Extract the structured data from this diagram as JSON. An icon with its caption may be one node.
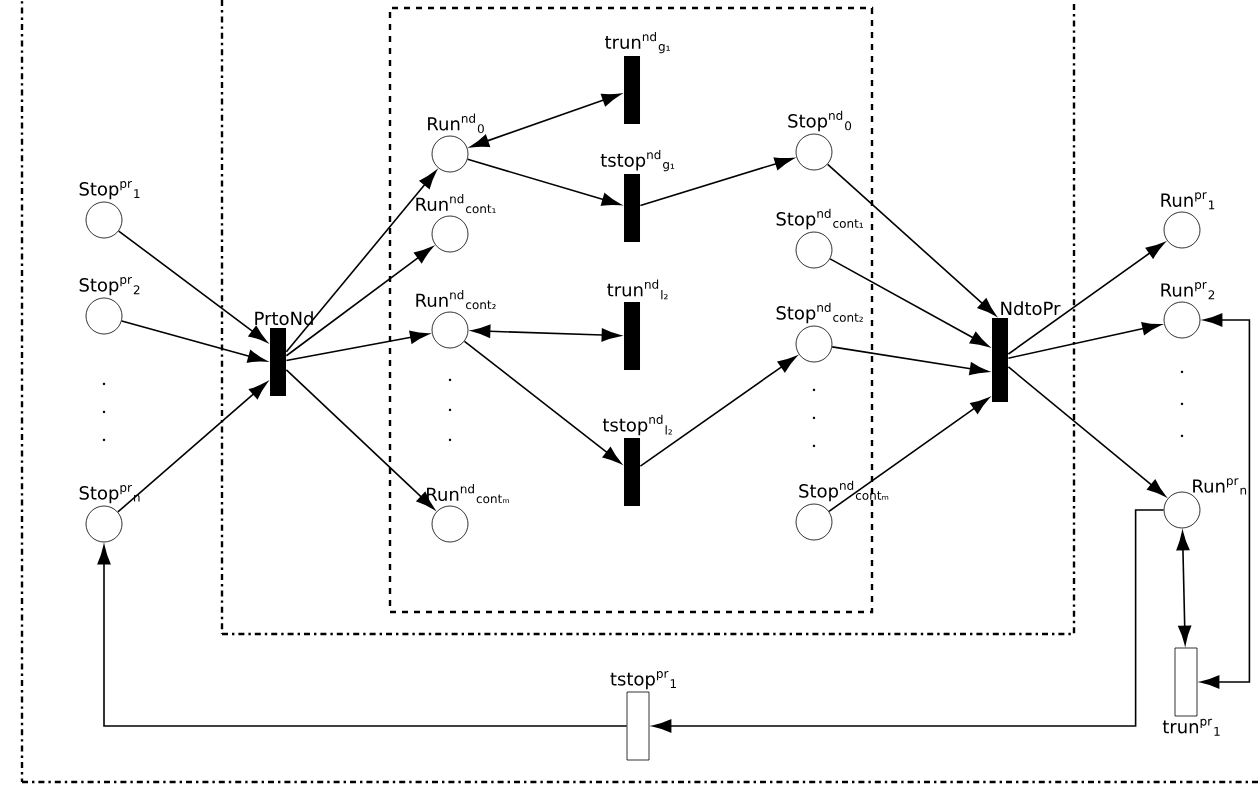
{
  "diagram": {
    "nodes": [
      {
        "text": [],
        "shape": "box"
      },
      {
        "text": [],
        "shape": "box",
        "in": 0
      },
      {
        "text": [],
        "shape": "box",
        "in": 1
      },
      {
        "text": [
          "Stop$^{pr}$$_{1}$"
        ],
        "in": 0
      },
      {
        "text": [
          "Stop$^{pr}$$_{2}$"
        ],
        "in": 0
      },
      {
        "text": [
          "Stop$^{pr}$$_{n}$"
        ],
        "in": 0
      },
      {
        "text": [
          "PrtoNd"
        ],
        "in": 1
      },
      {
        "text": [
          "Run$^{nd}$$_{0}$"
        ],
        "in": 2
      },
      {
        "text": [
          "Run$^{nd}$$_{cont₁}$"
        ],
        "in": 2
      },
      {
        "text": [
          "Run$^{nd}$$_{cont₂}$"
        ],
        "in": 2
      },
      {
        "text": [
          "Run$^{nd}$$_{contₘ}$"
        ],
        "in": 2
      },
      {
        "text": [
          "trun$^{nd}$$_{g₁}$"
        ],
        "in": 2
      },
      {
        "text": [
          "tstop$^{nd}$$_{g₁}$"
        ],
        "in": 2
      },
      {
        "text": [
          "trun$^{nd}$$_{l₂}$"
        ],
        "in": 2
      },
      {
        "text": [
          "tstop$^{nd}$$_{l₂}$"
        ],
        "in": 2
      },
      {
        "text": [
          "Stop$^{nd}$$_{0}$"
        ],
        "in": 2
      },
      {
        "text": [
          "Stop$^{nd}$$_{cont₁}$"
        ],
        "in": 2
      },
      {
        "text": [
          "Stop$^{nd}$$_{cont₂}$"
        ],
        "in": 2
      },
      {
        "text": [
          "Stop$^{nd}$$_{contₘ}$"
        ],
        "in": 2
      },
      {
        "text": [
          "NdtoPr"
        ],
        "in": 1
      },
      {
        "text": [
          "Run$^{pr}$$_{1}$"
        ],
        "in": 0
      },
      {
        "text": [
          "Run$^{pr}$$_{2}$"
        ],
        "in": 0
      },
      {
        "text": [
          "Run$^{pr}$$_{n}$"
        ],
        "in": 0
      },
      {
        "text": [
          "trun$^{pr}$$_{1}$"
        ],
        "in": 0
      },
      {
        "text": [
          "tstop$^{pr}$$_{1}$"
        ],
        "in": 0
      }
    ],
    "edges": [
      {
        "from": 3,
        "to": 6,
        "arrow": "to"
      },
      {
        "from": 4,
        "to": 6,
        "arrow": "to"
      },
      {
        "from": 5,
        "to": 6,
        "arrow": "to"
      },
      {
        "from": 6,
        "to": 7,
        "arrow": "to"
      },
      {
        "from": 6,
        "to": 8,
        "arrow": "to"
      },
      {
        "from": 6,
        "to": 9,
        "arrow": "to"
      },
      {
        "from": 6,
        "to": 10,
        "arrow": "to"
      },
      {
        "from": 7,
        "to": 11,
        "arrow": "both"
      },
      {
        "from": 7,
        "to": 12,
        "arrow": "to"
      },
      {
        "from": 9,
        "to": 13,
        "arrow": "both"
      },
      {
        "from": 9,
        "to": 14,
        "arrow": "to"
      },
      {
        "from": 12,
        "to": 15,
        "arrow": "to"
      },
      {
        "from": 14,
        "to": 17,
        "arrow": "to"
      },
      {
        "from": 15,
        "to": 19,
        "arrow": "to"
      },
      {
        "from": 16,
        "to": 19,
        "arrow": "to"
      },
      {
        "from": 17,
        "to": 19,
        "arrow": "to"
      },
      {
        "from": 18,
        "to": 19,
        "arrow": "to"
      },
      {
        "from": 19,
        "to": 20,
        "arrow": "to"
      },
      {
        "from": 19,
        "to": 21,
        "arrow": "to"
      },
      {
        "from": 19,
        "to": 22,
        "arrow": "to"
      },
      {
        "from": 22,
        "to": 23,
        "arrow": "both"
      },
      {
        "from": 23,
        "to": 21,
        "arrow": "both"
      },
      {
        "from": 22,
        "to": 24,
        "arrow": "to"
      },
      {
        "from": 24,
        "to": 5,
        "arrow": "to"
      }
    ]
  }
}
